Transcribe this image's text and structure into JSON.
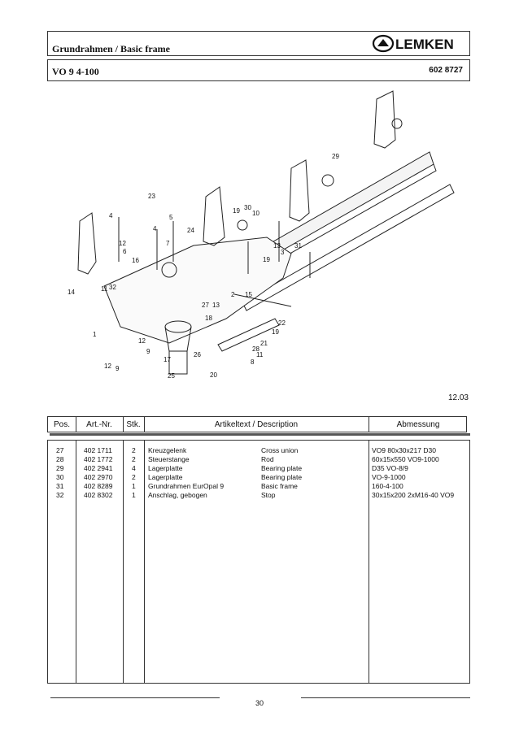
{
  "header": {
    "title": "Grundrahmen / Basic frame",
    "brand": "LEMKEN",
    "model": "VO 9 4-100",
    "doc_number": "602 8727"
  },
  "date": "12.03",
  "table": {
    "headers": [
      "Pos.",
      "Art.-Nr.",
      "Stk.",
      "Artikeltext / Description",
      "Abmessung"
    ],
    "rows": [
      {
        "pos": "27",
        "art": "402 1711",
        "qty": "2",
        "de": "Kreuzgelenk",
        "en": "Cross union",
        "dim": "VO9 80x30x217 D30"
      },
      {
        "pos": "28",
        "art": "402 1772",
        "qty": "2",
        "de": "Steuerstange",
        "en": "Rod",
        "dim": "60x15x550 VO9-1000"
      },
      {
        "pos": "29",
        "art": "402 2941",
        "qty": "4",
        "de": "Lagerplatte",
        "en": "Bearing plate",
        "dim": "D35 VO-8/9"
      },
      {
        "pos": "30",
        "art": "402 2970",
        "qty": "2",
        "de": "Lagerplatte",
        "en": "Bearing plate",
        "dim": "VO-9-1000"
      },
      {
        "pos": "31",
        "art": "402 8289",
        "qty": "1",
        "de": "Grundrahmen EurOpal 9",
        "en": "Basic frame",
        "dim": "160-4-100"
      },
      {
        "pos": "32",
        "art": "402 8302",
        "qty": "1",
        "de": "Anschlag, gebogen",
        "en": "Stop",
        "dim": "30x15x200 2xM16-40 VO9"
      }
    ]
  },
  "diagram_labels": [
    "29",
    "23",
    "30",
    "19",
    "10",
    "4",
    "5",
    "4",
    "24",
    "7",
    "12",
    "6",
    "16",
    "13",
    "31",
    "3",
    "19",
    "14",
    "11",
    "32",
    "15",
    "2",
    "27",
    "13",
    "18",
    "22",
    "19",
    "1",
    "12",
    "9",
    "17",
    "26",
    "21",
    "28",
    "11",
    "8",
    "12",
    "9",
    "25",
    "20"
  ],
  "page_number": "30"
}
